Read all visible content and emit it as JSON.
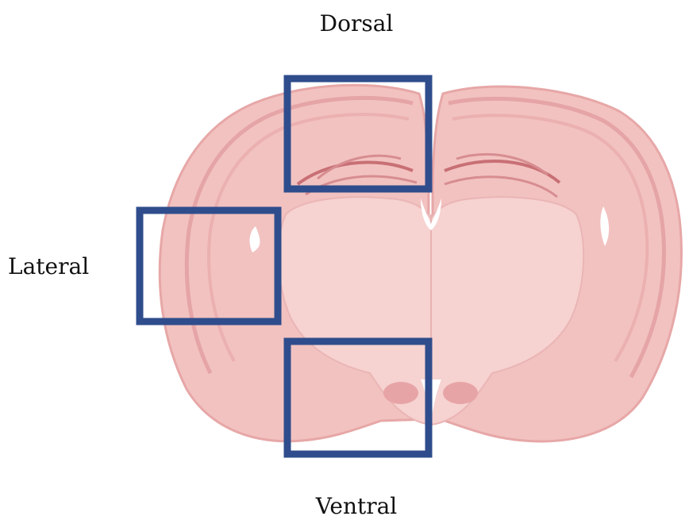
{
  "labels": {
    "dorsal": "Dorsal",
    "lateral": "Lateral",
    "ventral": "Ventral"
  },
  "colors": {
    "tissue_outer": "#f2c2c0",
    "tissue_mid": "#eeb4b3",
    "tissue_inner": "#f6d2d0",
    "tissue_dark": "#d78d90",
    "tissue_line": "#c87075",
    "highlight_box": "#2f4d8c"
  },
  "regions": [
    "dorsal-region",
    "lateral-region",
    "ventral-region"
  ]
}
